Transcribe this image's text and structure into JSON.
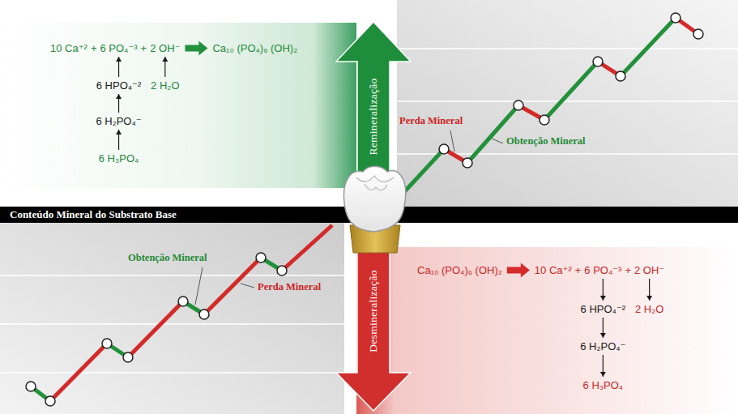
{
  "diagram": {
    "nodes": [
      {
        "text": [
          "Remineralização"
        ]
      },
      {
        "text": [
          "Conteúdo Mineral do Substrato Base"
        ]
      },
      {
        "text": [
          "Desmineralização"
        ]
      }
    ],
    "labels": [
      "10 Ca⁺²",
      "+",
      "6 PO₄⁻³",
      "+",
      "2 OH⁻",
      "Ca₁₀ (PO₄)₆ (OH)₂",
      "6 HPO₄⁻²",
      "2 H₂O",
      "6 H₂PO₄⁻",
      "6 H₃PO₄",
      "Perda Mineral",
      "Obtenção Mineral",
      "Obtenção Mineral",
      "Perda Mineral",
      "Ca₁₀ (PO₄)₆ (OH)₂",
      "10 Ca⁺²",
      "+",
      "6 PO₄⁻³",
      "+",
      "2 OH⁻",
      "6 HPO₄⁻²",
      "2 H₂O",
      "6 H₂PO₄⁻",
      "6 H₃PO₄"
    ]
  }
}
